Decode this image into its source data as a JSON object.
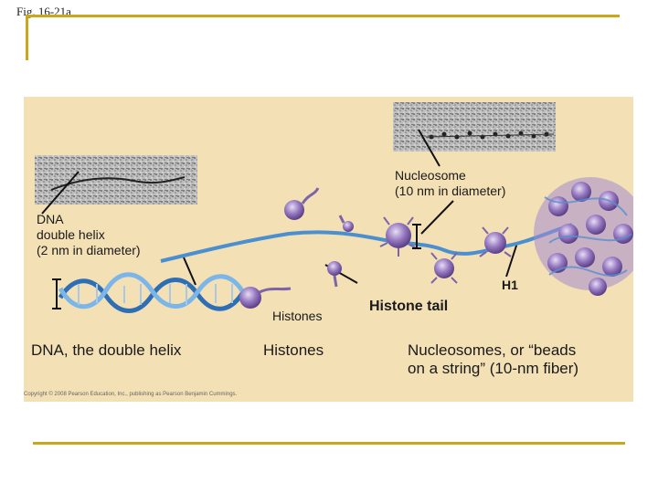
{
  "slide": {
    "label": "Fig. 16-21a"
  },
  "figure": {
    "labels": {
      "nucleosome_line1": "Nucleosome",
      "nucleosome_line2": "(10 nm in diameter)",
      "dna_line1": "DNA",
      "dna_line2": "double helix",
      "dna_line3": "(2 nm in diameter)",
      "h1": "H1",
      "histones_small": "Histones",
      "histone_tail": "Histone tail",
      "caption_dna": "DNA, the double helix",
      "caption_histones": "Histones",
      "caption_nucleosomes_line1": "Nucleosomes, or “beads",
      "caption_nucleosomes_line2": "on a string” (10-nm fiber)",
      "copyright": "Copyright © 2008 Pearson Education, Inc., publishing as Pearson Benjamin Cummings."
    },
    "colors": {
      "background": "#f3e0b5",
      "accent_rule": "#c9a81b",
      "histone_purple": "#9477bf",
      "dna_blue": "#4b8fd0",
      "micrograph_gray": "#aaaaaa"
    }
  }
}
